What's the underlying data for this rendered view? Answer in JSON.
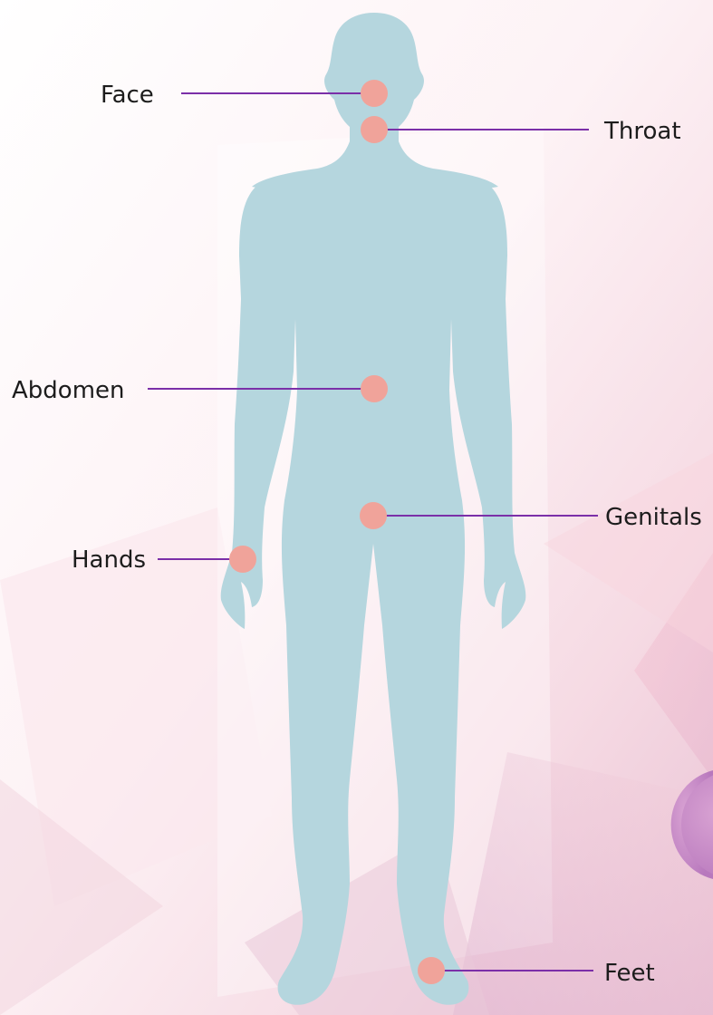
{
  "labels": {
    "face": "Face",
    "throat": "Throat",
    "abdomen": "Abdomen",
    "genitals": "Genitals",
    "hands": "Hands",
    "feet": "Feet"
  },
  "colors": {
    "silhouette": "#b5d6de",
    "marker": "#f0a39a",
    "leader_line": "#7b2fa8",
    "label_text": "#1c1c1c",
    "background_tint": "#f8dde5",
    "accent_circle": "#c98ac6"
  }
}
